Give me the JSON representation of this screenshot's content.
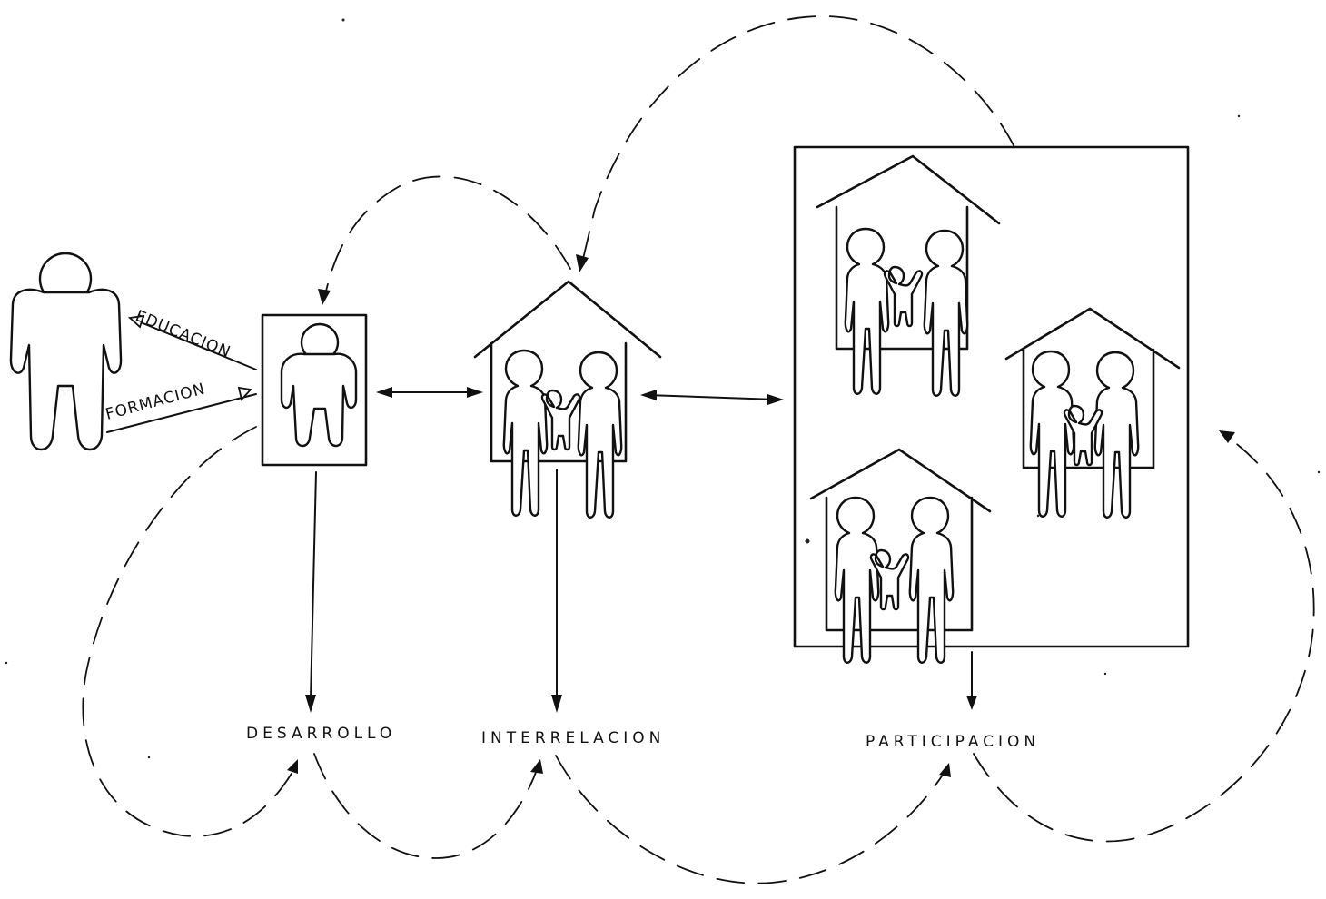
{
  "diagram": {
    "arrow_labels": {
      "educacion": "EDUCACION",
      "formacion": "FORMACION"
    },
    "outcomes": {
      "desarrollo": "DESARROLLO",
      "interrelacion": "INTERRELACION",
      "participacion": "PARTICIPACION"
    },
    "nodes": [
      {
        "name": "person",
        "depicts": "person-figure-icon"
      },
      {
        "name": "individual",
        "depicts": "framed-person-icon"
      },
      {
        "name": "family",
        "depicts": "house-family-icon"
      },
      {
        "name": "community",
        "depicts": "community-houses-icon"
      }
    ],
    "colors": {
      "ink": "#111111",
      "paper": "#ffffff"
    }
  }
}
